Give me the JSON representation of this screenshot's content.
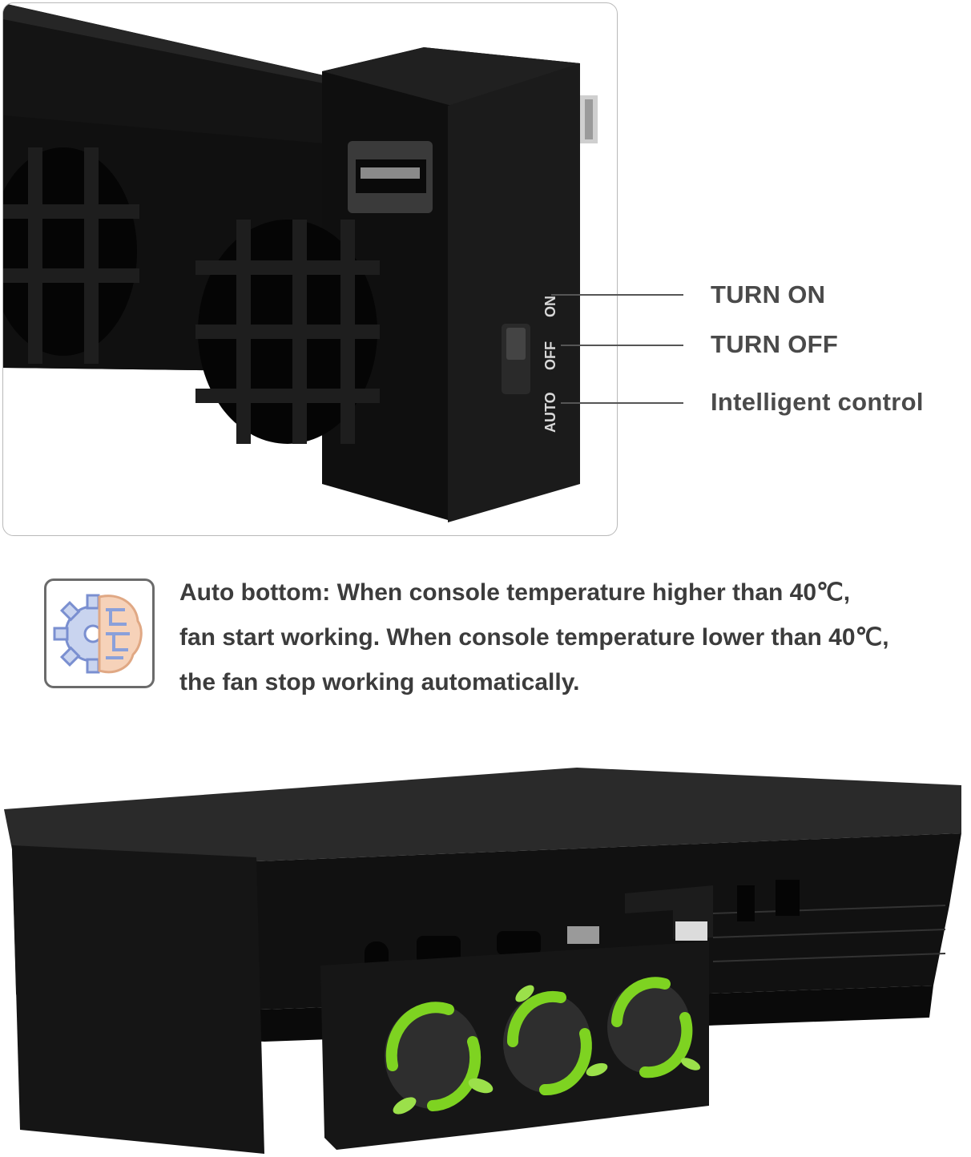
{
  "callouts": {
    "turn_on": "TURN ON",
    "turn_off": "TURN OFF",
    "auto": "Intelligent control"
  },
  "switch_labels": {
    "on": "ON",
    "off": "OFF",
    "auto": "AUTO"
  },
  "description": {
    "line1": "Auto bottom: When console temperature higher than 40℃,",
    "line2": "fan start  working. When console temperature lower than 40℃,",
    "line3": "the fan stop working automatically."
  },
  "colors": {
    "device": "#1a1a1a",
    "text": "#3c3c3c",
    "airflow": "#7ed321"
  },
  "icons": {
    "info": "gear-brain-icon"
  }
}
